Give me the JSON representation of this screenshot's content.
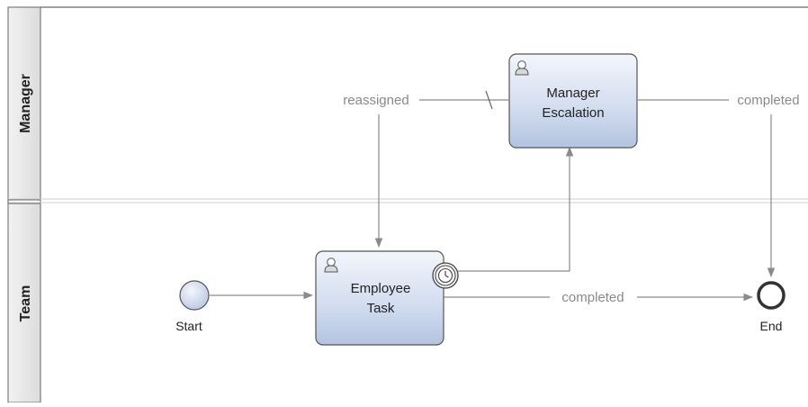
{
  "lanes": [
    {
      "name": "Manager"
    },
    {
      "name": "Team"
    }
  ],
  "nodes": {
    "start": {
      "label": "Start",
      "icon": "start-event-circle"
    },
    "employee_task": {
      "label_line1": "Employee",
      "label_line2": "Task",
      "icon": "user-icon",
      "boundary": "timer-boundary-event-icon"
    },
    "manager_escalation": {
      "label_line1": "Manager",
      "label_line2": "Escalation",
      "icon": "user-icon"
    },
    "end": {
      "label": "End",
      "icon": "end-event-circle"
    }
  },
  "flows": {
    "reassigned": "reassigned",
    "completed_manager": "completed",
    "completed_team": "completed"
  },
  "colors": {
    "task_top": "#f3f6fb",
    "task_bottom": "#b6c7e2",
    "task_border": "#555555",
    "lane_header": "#e8e8e8",
    "connector": "#888888",
    "flow_label": "#8a8a8a"
  }
}
